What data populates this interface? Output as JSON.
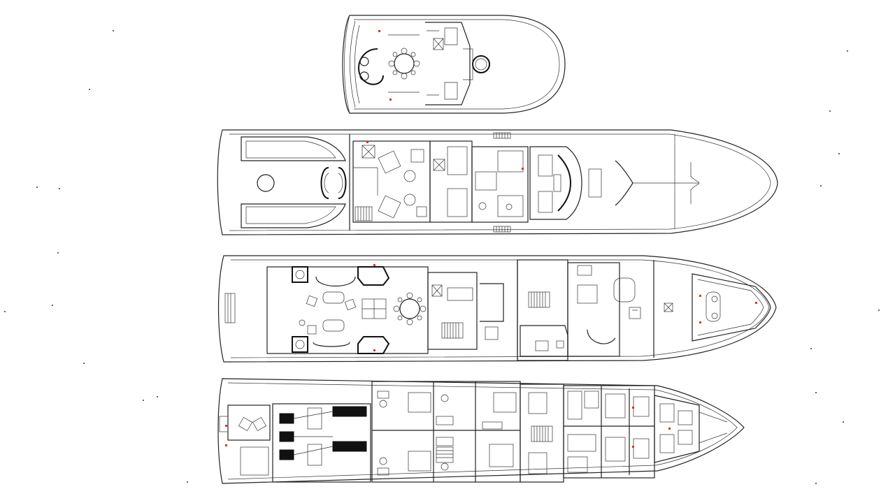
{
  "diagram": {
    "kind": "yacht general arrangement deck plans",
    "decks": [
      {
        "id": "sun-deck",
        "order": 1
      },
      {
        "id": "bridge-deck",
        "order": 2
      },
      {
        "id": "main-deck",
        "order": 3
      },
      {
        "id": "lower-deck",
        "order": 4
      }
    ],
    "colors": {
      "line": "#222222",
      "marker": "#d33333",
      "background": "#ffffff"
    }
  }
}
